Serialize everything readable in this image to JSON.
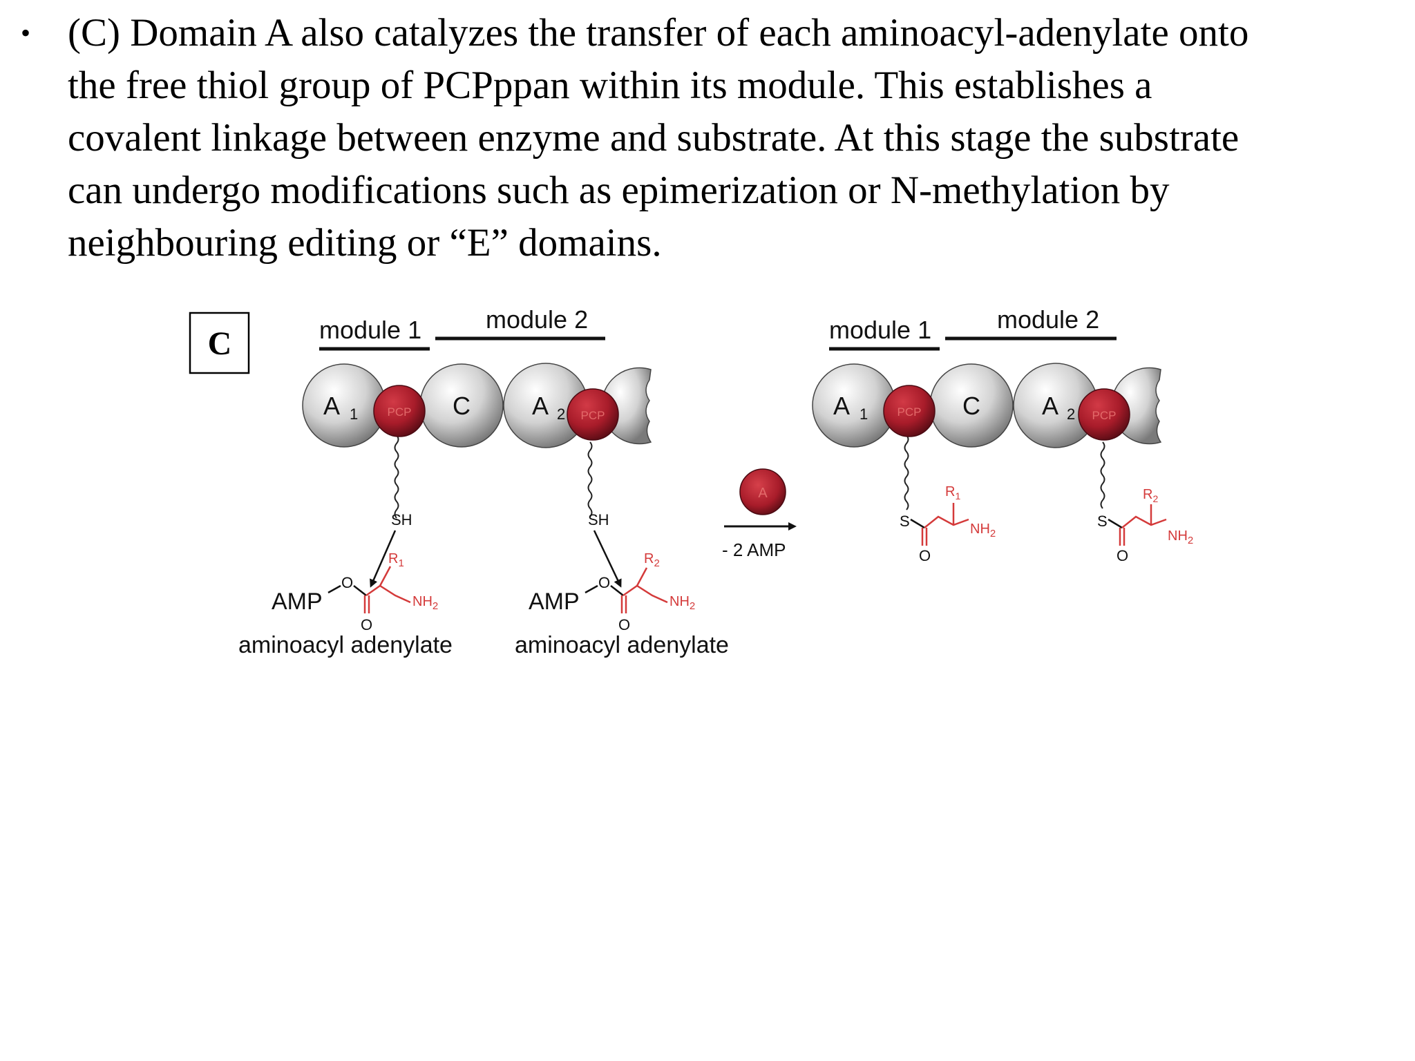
{
  "slide": {
    "bullet": "•",
    "lines": [
      "(C) Domain A also catalyzes the transfer of each aminoacyl-adenylate onto",
      "the free thiol group of PCPppan within its module. This establishes a",
      "covalent linkage between enzyme and substrate. At this stage the substrate",
      "can undergo modifications such as epimerization or N-methylation by",
      "neighbouring editing or “E” domains."
    ]
  },
  "figure": {
    "panel_label": "C",
    "left": {
      "module1": "module 1",
      "module2": "module 2",
      "domains": {
        "a1": "A",
        "a1_sub": "1",
        "pcp1": "PCP",
        "c": "C",
        "a2": "A",
        "a2_sub": "2",
        "pcp2": "PCP"
      },
      "thiol1": "SH",
      "thiol2": "SH",
      "sub1": {
        "amp": "AMP",
        "o": "O",
        "r": "R",
        "r_sub": "1",
        "nh2": "NH",
        "nh2_sub": "2",
        "carbonyl_o": "O",
        "caption": "aminoacyl adenylate"
      },
      "sub2": {
        "amp": "AMP",
        "o": "O",
        "r": "R",
        "r_sub": "2",
        "nh2": "NH",
        "nh2_sub": "2",
        "carbonyl_o": "O",
        "caption": "aminoacyl adenylate"
      }
    },
    "reaction": {
      "enzyme_label": "A",
      "byproduct": "- 2 AMP"
    },
    "right": {
      "module1": "module 1",
      "module2": "module 2",
      "domains": {
        "a1": "A",
        "a1_sub": "1",
        "pcp1": "PCP",
        "c": "C",
        "a2": "A",
        "a2_sub": "2",
        "pcp2": "PCP"
      },
      "prod1": {
        "s": "S",
        "r": "R",
        "r_sub": "1",
        "nh2": "NH",
        "nh2_sub": "2",
        "o": "O"
      },
      "prod2": {
        "s": "S",
        "r": "R",
        "r_sub": "2",
        "nh2": "NH",
        "nh2_sub": "2",
        "o": "O"
      }
    }
  },
  "colors": {
    "pcp_red": "#a81c2a",
    "sphere_gray": "#cfcfcf",
    "substituent_red": "#d43a3a"
  }
}
